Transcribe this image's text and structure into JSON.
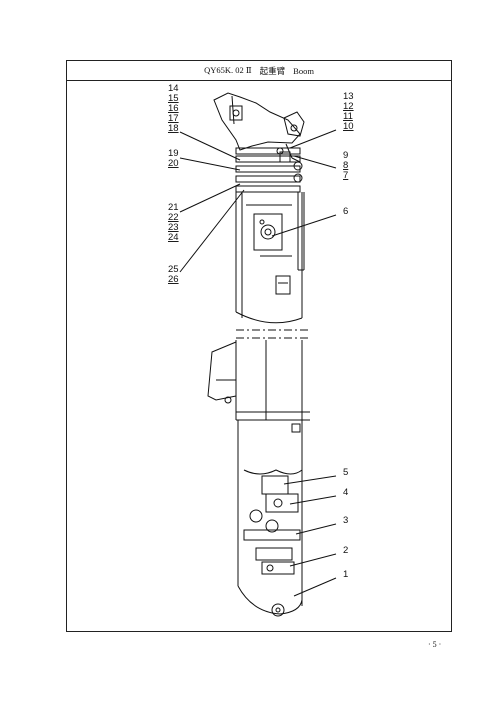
{
  "title": {
    "code": "QY65K. 02 Ⅱ",
    "name_cn": "起重臂",
    "name_en": "Boom"
  },
  "left_labels": [
    "14",
    "15",
    "16",
    "17",
    "18",
    "19",
    "20",
    "21",
    "22",
    "23",
    "24",
    "25",
    "26"
  ],
  "right_labels": [
    "13",
    "12",
    "11",
    "10",
    "9",
    "8",
    "7",
    "6",
    "5",
    "4",
    "3",
    "2",
    "1"
  ],
  "page_number": "· 5 ·"
}
